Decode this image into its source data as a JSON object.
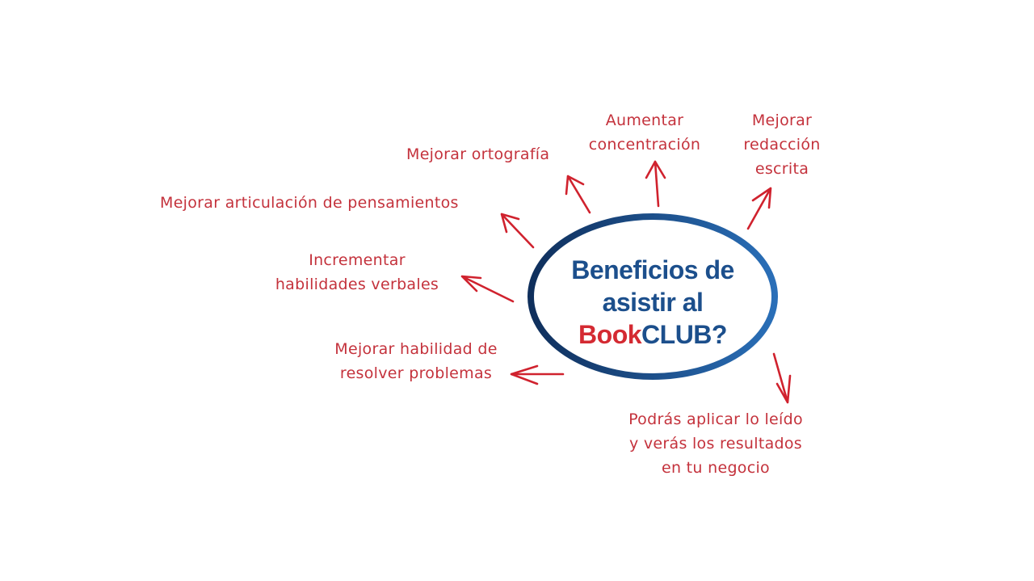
{
  "center": {
    "line1": "Beneficios de",
    "line2": "asistir al",
    "brand_book": "Book",
    "brand_club": "CLUB?"
  },
  "benefits": {
    "ortografia": "Mejorar ortografía",
    "concentracion": [
      "Aumentar",
      "concentración"
    ],
    "redaccion": [
      "Mejorar",
      "redacción",
      "escrita"
    ],
    "articulacion": "Mejorar articulación de pensamientos",
    "verbales": [
      "Incrementar",
      "habilidades verbales"
    ],
    "problemas": [
      "Mejorar habilidad de",
      "resolver problemas"
    ],
    "aplicar": [
      "Podrás aplicar lo leído",
      "y verás los resultados",
      "en tu negocio"
    ]
  },
  "colors": {
    "text": "#c4323c",
    "blue": "#1c4f8c",
    "arrow": "#d0222e"
  }
}
